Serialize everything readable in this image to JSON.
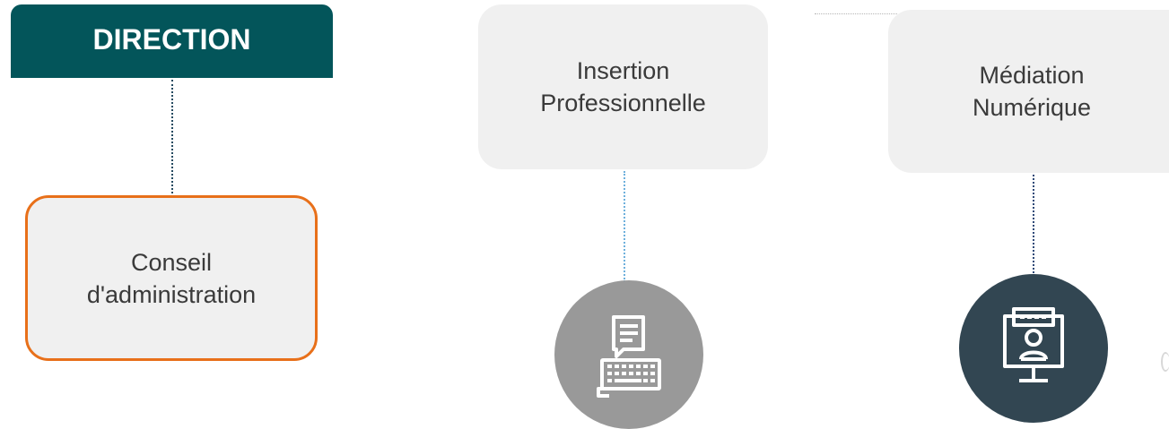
{
  "colors": {
    "direction_bg": "#03555a",
    "direction_text": "#ffffff",
    "box_bg": "#f0f0f0",
    "accent_orange": "#e8701a",
    "circle_grey": "#999999",
    "circle_dark": "#324652"
  },
  "direction": {
    "label": "DIRECTION"
  },
  "conseil": {
    "label": "Conseil\nd'administration"
  },
  "insertion": {
    "label": "Insertion\nProfessionnelle",
    "icon": "keyboard-chat-icon"
  },
  "mediation": {
    "label": "Médiation\nNumérique",
    "icon": "monitor-user-icon"
  }
}
